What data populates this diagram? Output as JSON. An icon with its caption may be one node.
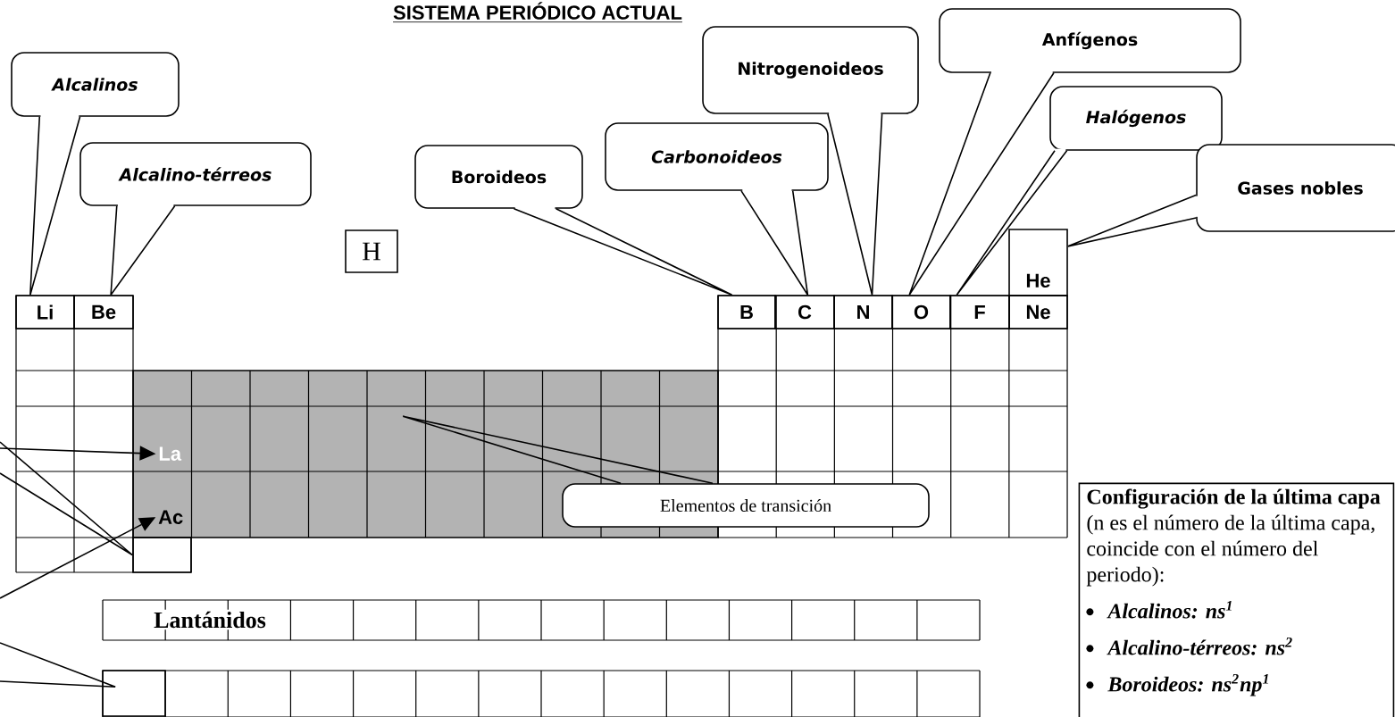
{
  "diagram": {
    "title": "SISTEMA PERIÓDICO ACTUAL",
    "nodes": [
      {
        "text": [
          "Alcalinos"
        ]
      },
      {
        "text": [
          "Alcalino-térreos"
        ]
      },
      {
        "text": [
          "Boroideos"
        ]
      },
      {
        "text": [
          "Carbonoideos"
        ]
      },
      {
        "text": [
          "Nitrogenoideos"
        ]
      },
      {
        "text": [
          "Anfígenos"
        ]
      },
      {
        "text": [
          "Halógenos"
        ]
      },
      {
        "text": [
          "Gases nobles"
        ]
      },
      {
        "text": [
          "H"
        ]
      },
      {
        "text": [
          "He"
        ]
      },
      {
        "text": [
          "Li"
        ]
      },
      {
        "text": [
          "Be"
        ]
      },
      {
        "text": [
          "B"
        ]
      },
      {
        "text": [
          "C"
        ]
      },
      {
        "text": [
          "N"
        ]
      },
      {
        "text": [
          "O"
        ]
      },
      {
        "text": [
          "F"
        ]
      },
      {
        "text": [
          "Ne"
        ]
      },
      {
        "text": [],
        "shape": "box"
      },
      {
        "text": [
          "La"
        ],
        "in": 18
      },
      {
        "text": [
          "Ac"
        ],
        "in": 18
      },
      {
        "text": [
          "Elementos de transición"
        ]
      },
      {
        "text": [],
        "shape": "box"
      },
      {
        "text": [],
        "shape": "box"
      },
      {
        "text": [
          "**Configuración de la última capa** (n es el número de la última capa, coincide con el número del periodo):",
          "Alcalinos: ns$^{1}$",
          "Alcalino-térreos: ns$^{2}$",
          "Boroideos: ns$^{2}$np$^{1}$"
        ]
      }
    ],
    "edges": [
      {
        "from": 0,
        "to": 10,
        "arrow": "none"
      },
      {
        "from": 1,
        "to": 11,
        "arrow": "none"
      },
      {
        "from": 2,
        "to": 12,
        "arrow": "none"
      },
      {
        "from": 3,
        "to": 13,
        "arrow": "none"
      },
      {
        "from": 4,
        "to": 14,
        "arrow": "none"
      },
      {
        "from": 5,
        "to": 15,
        "arrow": "none"
      },
      {
        "from": 6,
        "to": 16,
        "arrow": "none"
      },
      {
        "from": 7,
        "to": 9,
        "arrow": "none"
      },
      {
        "from": 21,
        "to": 18,
        "arrow": "none"
      },
      {
        "from": null,
        "to": 19,
        "arrow": "to"
      },
      {
        "from": null,
        "to": 20,
        "arrow": "to"
      },
      {
        "from": null,
        "to": 22,
        "arrow": "none"
      },
      {
        "from": null,
        "to": 23,
        "arrow": "none"
      }
    ],
    "labels": [
      "Lantánidos"
    ]
  }
}
